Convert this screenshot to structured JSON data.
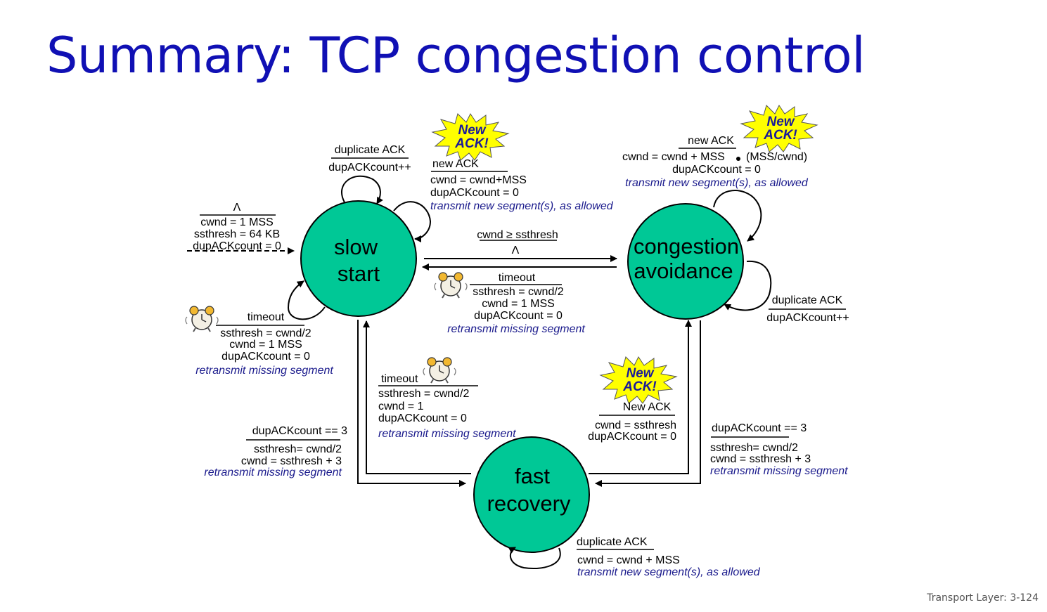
{
  "title": "Summary: TCP congestion control",
  "footer": "Transport Layer: 3-124",
  "colors": {
    "title": "#1010b4",
    "state_fill": "#00c896",
    "action_text": "#1a1a8c",
    "burst_fill": "#ffff00"
  },
  "states": {
    "slow_start": [
      "slow",
      "start"
    ],
    "congestion_avoidance": [
      "congestion",
      "avoidance"
    ],
    "fast_recovery": [
      "fast",
      "recovery"
    ]
  },
  "burst_text": [
    "New",
    "ACK!"
  ],
  "transitions": {
    "init": {
      "event": "Λ",
      "actions": [
        "cwnd = 1 MSS",
        "ssthresh = 64 KB",
        "dupACKcount = 0"
      ]
    },
    "ss_dup": {
      "event": "duplicate ACK",
      "actions": [
        "dupACKcount++"
      ]
    },
    "ss_newack": {
      "event": "new ACK",
      "actions": [
        "cwnd = cwnd+MSS",
        "dupACKcount = 0"
      ],
      "italic": "transmit new segment(s), as allowed"
    },
    "ss_timeout": {
      "event": "timeout",
      "actions": [
        "ssthresh = cwnd/2",
        "cwnd = 1 MSS",
        "dupACKcount = 0"
      ],
      "italic": "retransmit missing segment"
    },
    "ss_to_ca": {
      "event": "cwnd ≥ ssthresh",
      "actions": [
        "Λ"
      ]
    },
    "ca_to_ss": {
      "event": "timeout",
      "actions": [
        "ssthresh = cwnd/2",
        "cwnd = 1 MSS",
        "dupACKcount = 0"
      ],
      "italic": "retransmit missing segment"
    },
    "ca_newack": {
      "event": "new ACK",
      "actions": [
        "cwnd = cwnd + MSS",
        "(MSS/cwnd)",
        "dupACKcount = 0"
      ],
      "italic": "transmit new segment(s), as allowed"
    },
    "ca_dup": {
      "event": "duplicate ACK",
      "actions": [
        "dupACKcount++"
      ]
    },
    "fr_to_ss": {
      "event": "timeout",
      "actions": [
        "ssthresh = cwnd/2",
        "cwnd = 1",
        "dupACKcount = 0"
      ],
      "italic": "retransmit missing segment"
    },
    "ss_to_fr": {
      "event": "dupACKcount == 3",
      "actions": [
        "ssthresh= cwnd/2",
        "cwnd = ssthresh + 3"
      ],
      "italic": "retransmit missing segment"
    },
    "fr_to_ca": {
      "event": "New ACK",
      "actions": [
        "cwnd = ssthresh",
        "dupACKcount = 0"
      ]
    },
    "ca_to_fr": {
      "event": "dupACKcount == 3",
      "actions": [
        "ssthresh= cwnd/2",
        "cwnd = ssthresh + 3"
      ],
      "italic": "retransmit missing segment"
    },
    "fr_dup": {
      "event": "duplicate ACK",
      "actions": [
        "cwnd = cwnd + MSS"
      ],
      "italic": "transmit new segment(s), as allowed"
    }
  }
}
